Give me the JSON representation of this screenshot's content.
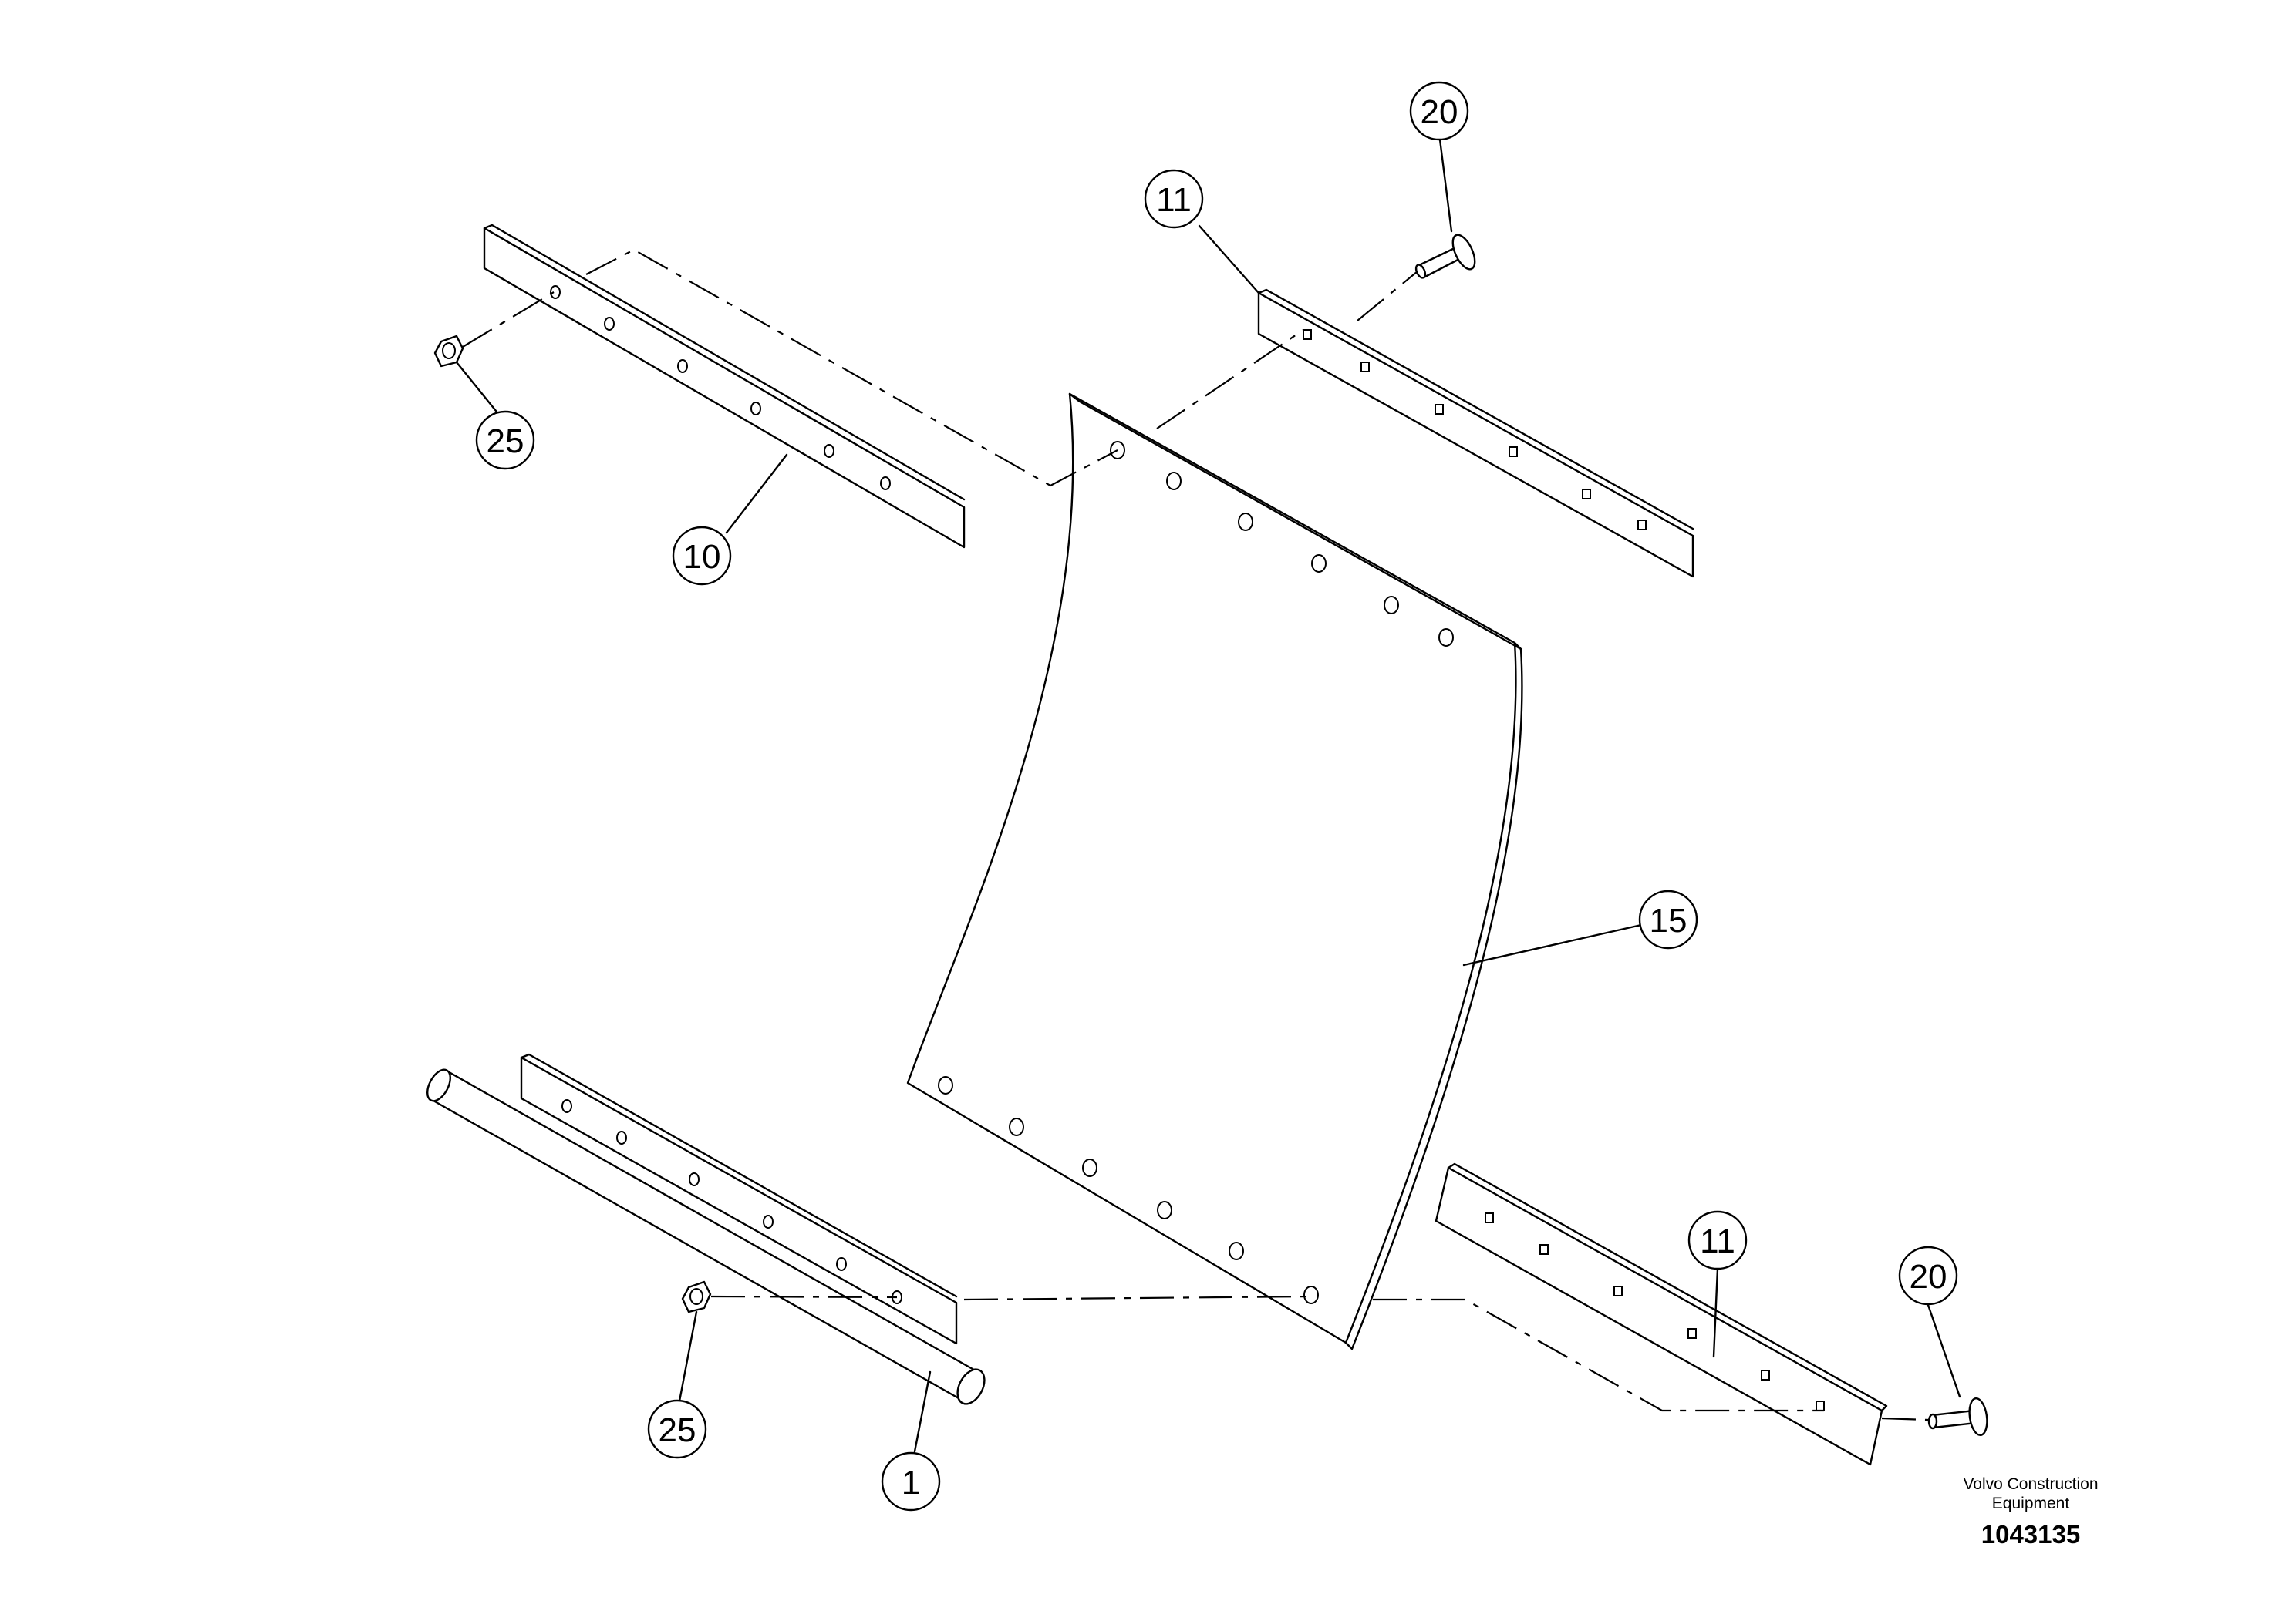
{
  "callouts": {
    "c20_top": "20",
    "c11_top": "11",
    "c25_top": "25",
    "c10": "10",
    "c15": "15",
    "c11_bottom": "11",
    "c20_bottom": "20",
    "c25_bottom": "25",
    "c1": "1"
  },
  "credit": {
    "line1": "Volvo Construction",
    "line2": "Equipment",
    "number": "1043135"
  }
}
